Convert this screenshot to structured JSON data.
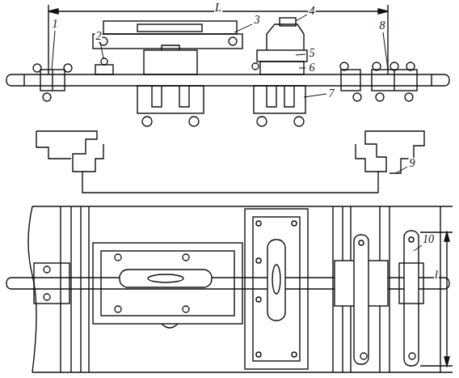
{
  "diagram": {
    "labels": [
      "L",
      "1",
      "2",
      "3",
      "4",
      "5",
      "6",
      "7",
      "8",
      "9",
      "10",
      "l"
    ]
  }
}
